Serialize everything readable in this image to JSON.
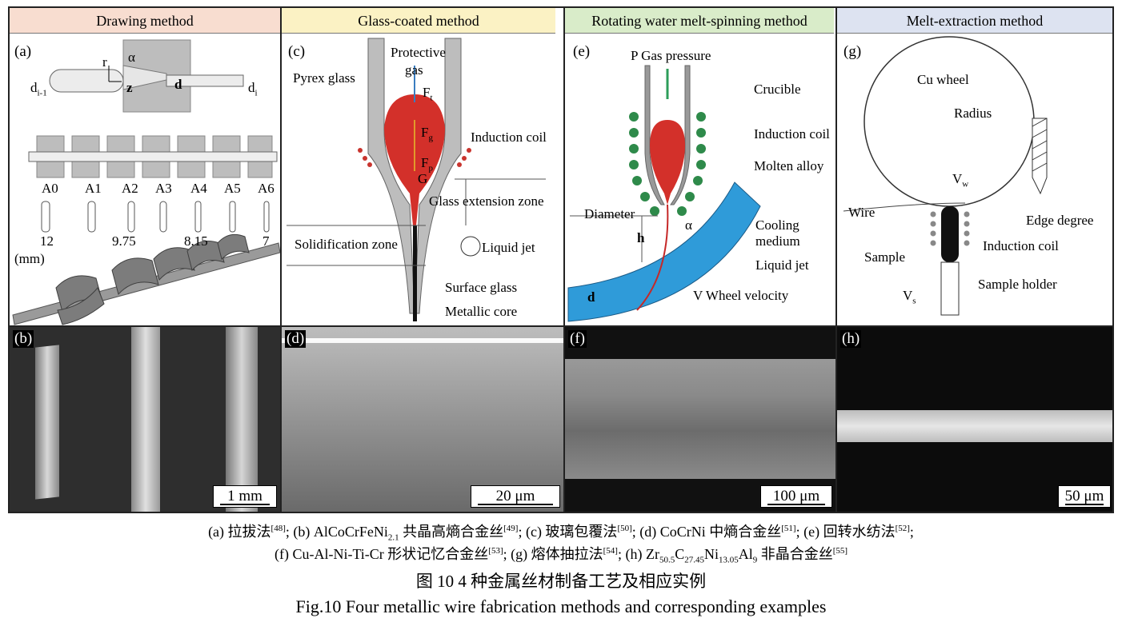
{
  "columns": [
    {
      "title": "Drawing method",
      "color": "#f8ddd0"
    },
    {
      "title": "Glass-coated method",
      "color": "#fbf2c4"
    },
    {
      "title": "Rotating water melt-spinning method",
      "color": "#d9ecc9"
    },
    {
      "title": "Melt-extraction method",
      "color": "#dde3f1"
    }
  ],
  "panel_a": {
    "label": "(a)",
    "r": "r",
    "alpha": "α",
    "z": "z",
    "d": "d",
    "d_im1_main": "d",
    "d_im1_sub": "i-1",
    "d_i_main": "d",
    "d_i_sub": "i",
    "dies": [
      "A0",
      "A1",
      "A2",
      "A3",
      "A4",
      "A5",
      "A6"
    ],
    "sizes": [
      "12",
      "9.75",
      "8.15",
      "7"
    ],
    "unit": "(mm)"
  },
  "panel_c": {
    "label": "(c)",
    "protective": "Protective",
    "gas": "gas",
    "pyrex": "Pyrex glass",
    "ft": "F",
    "ft_sub": "t",
    "fg": "F",
    "fg_sub": "g",
    "fp": "F",
    "fp_sub": "p",
    "g": "G",
    "induction": "Induction coil",
    "glass_ext": "Glass extension zone",
    "solid": "Solidification zone",
    "liquid_jet": "Liquid jet",
    "surface_glass": "Surface glass",
    "metallic_core": "Metallic core"
  },
  "panel_e": {
    "label": "(e)",
    "gas_pressure": "P Gas pressure",
    "crucible": "Crucible",
    "induction": "Induction coil",
    "molten": "Molten alloy",
    "diameter": "Diameter",
    "alpha": "α",
    "h": "h",
    "cooling1": "Cooling",
    "cooling2": "medium",
    "liquid_jet": "Liquid jet",
    "d": "d",
    "wheel_velocity": "V  Wheel velocity"
  },
  "panel_g": {
    "label": "(g)",
    "cu_wheel": "Cu wheel",
    "radius": "Radius",
    "vw": "V",
    "vw_sub": "w",
    "edge": "Edge degree",
    "wire": "Wire",
    "induction": "Induction coil",
    "sample": "Sample",
    "holder": "Sample holder",
    "vs": "V",
    "vs_sub": "s"
  },
  "panel_b": {
    "label": "(b)",
    "scale": "1 mm"
  },
  "panel_d": {
    "label": "(d)",
    "scale": "20 μm"
  },
  "panel_f": {
    "label": "(f)",
    "scale": "100 μm"
  },
  "panel_h": {
    "label": "(h)",
    "scale": "50 μm"
  },
  "caption": {
    "l1_a": "(a) 拉拔法",
    "l1_a_ref": "[48]",
    "l1_b": "; (b) AlCoCrFeNi",
    "l1_b_sub": "2.1",
    "l1_b2": " 共晶高熵合金丝",
    "l1_b_ref": "[49]",
    "l1_c": "; (c) 玻璃包覆法",
    "l1_c_ref": "[50]",
    "l1_d": "; (d) CoCrNi 中熵合金丝",
    "l1_d_ref": "[51]",
    "l1_e": "; (e) 回转水纺法",
    "l1_e_ref": "[52]",
    "l1_end": ";",
    "l2_f": "(f) Cu-Al-Ni-Ti-Cr 形状记忆合金丝",
    "l2_f_ref": "[53]",
    "l2_g": "; (g) 熔体抽拉法",
    "l2_g_ref": "[54]",
    "l2_h": "; (h) Zr",
    "l2_h_s1": "50.5",
    "l2_h_c": "C",
    "l2_h_s2": "27.45",
    "l2_h_ni": "Ni",
    "l2_h_s3": "13.05",
    "l2_h_al": "Al",
    "l2_h_s4": "9",
    "l2_h_end": " 非晶合金丝",
    "l2_h_ref": "[55]",
    "title_cn": "图 10  4 种金属丝材制备工艺及相应实例",
    "title_en": "Fig.10  Four metallic wire fabrication methods and corresponding examples"
  }
}
